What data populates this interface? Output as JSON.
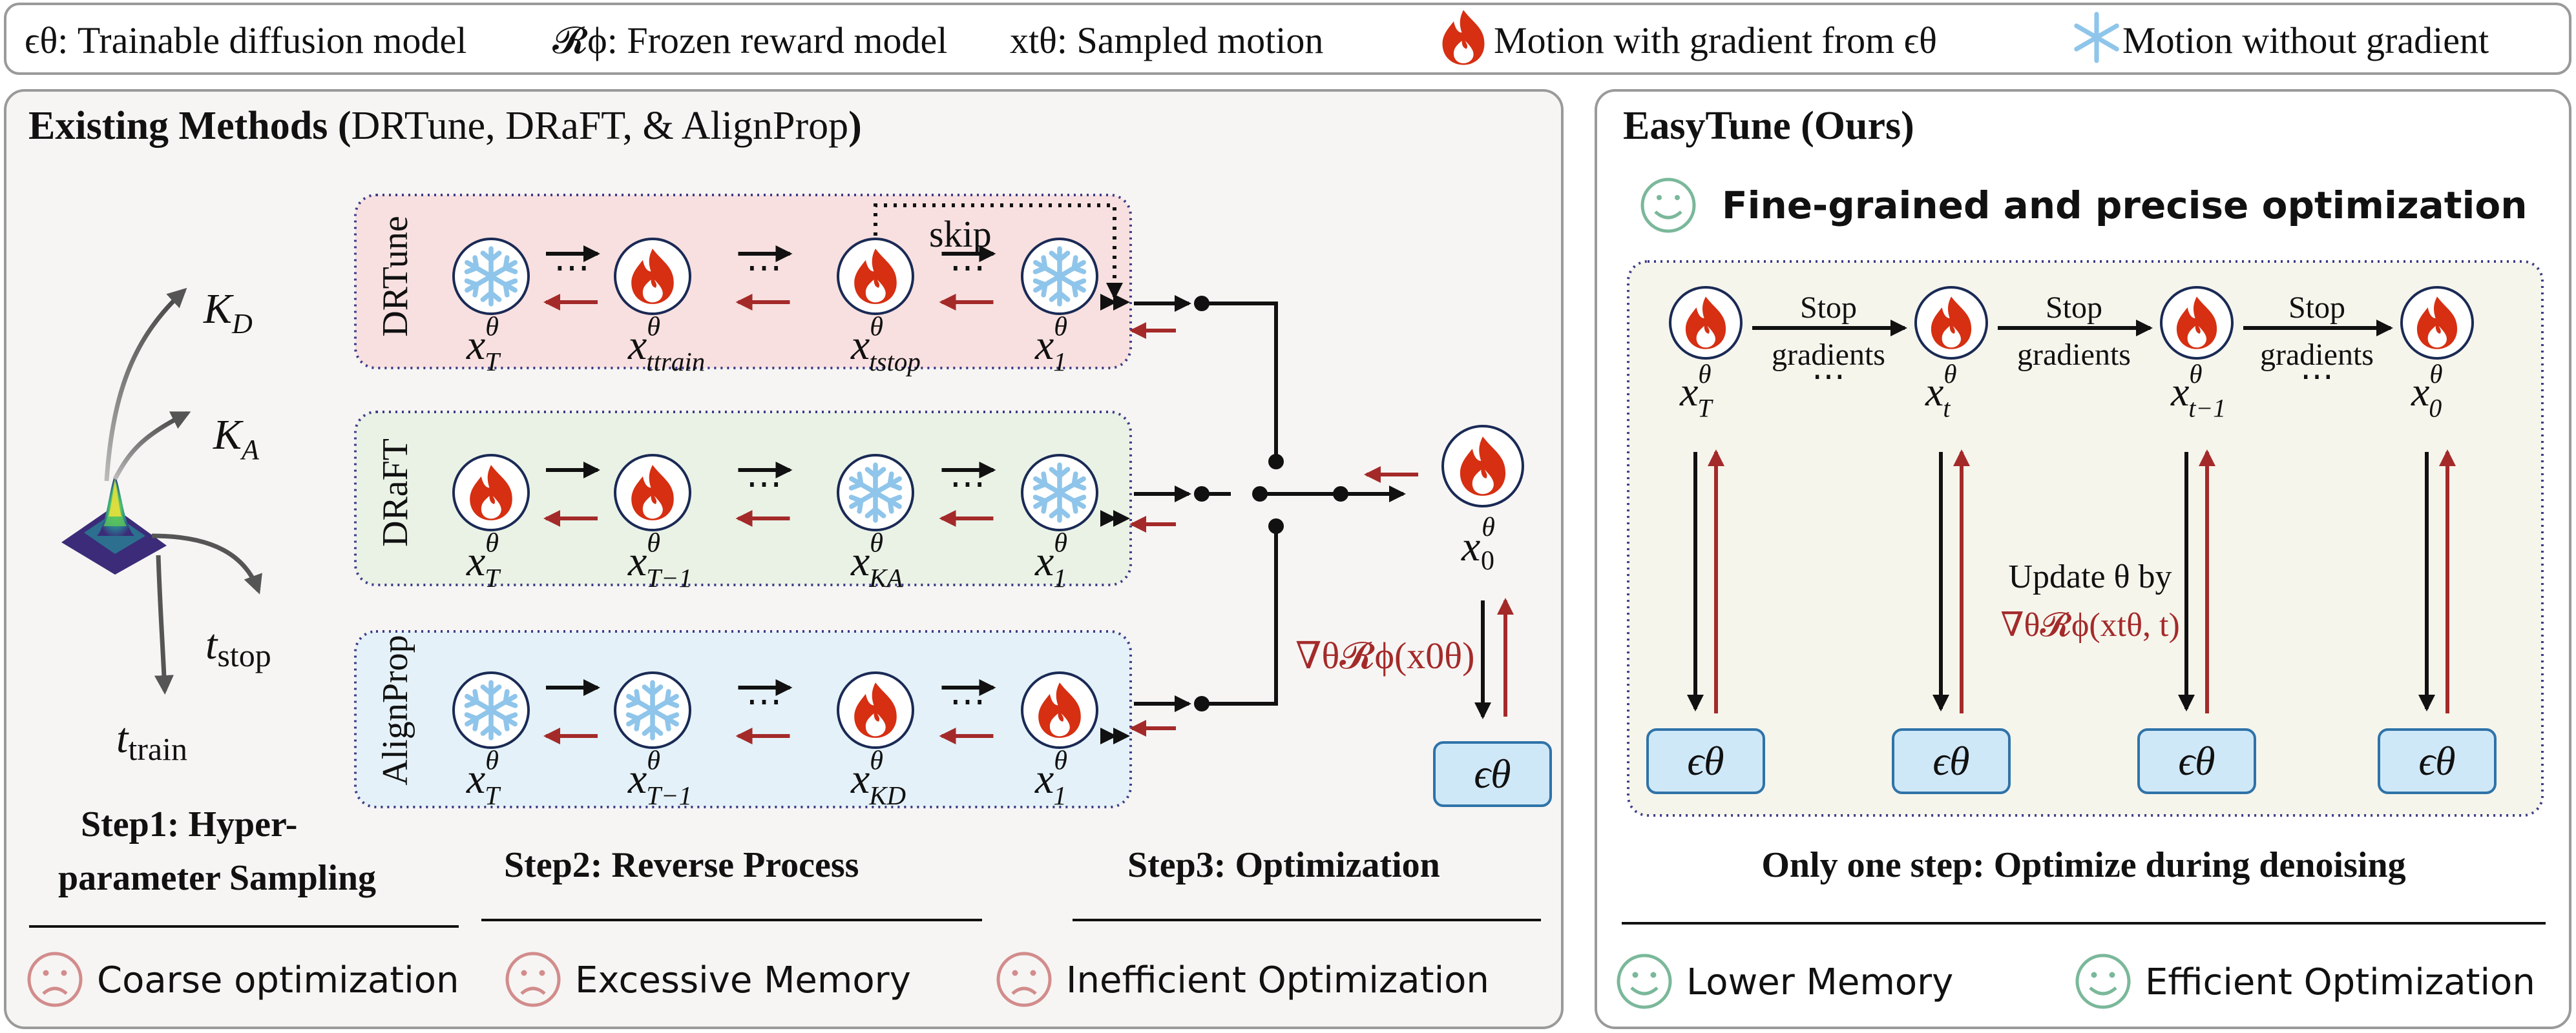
{
  "legend": {
    "eps_label": "ϵθ: Trainable diffusion model",
    "reward_label": "𝓡ϕ: Frozen reward model",
    "xt_label": "xtθ: Sampled motion",
    "fire_label": "Motion with gradient from ϵθ",
    "snow_label": "Motion without gradient"
  },
  "existing": {
    "title_bold": "Existing Methods (",
    "title_normal": "DRTune, DRaFT, & AlignProp",
    "title_close": ")",
    "hyper": {
      "kd": "K",
      "kd_sub": "D",
      "ka": "K",
      "ka_sub": "A",
      "tstop": "t",
      "tstop_sub": "stop",
      "ttrain": "t",
      "ttrain_sub": "train"
    },
    "rows": [
      {
        "name": "DRTune",
        "nodes": [
          {
            "icon": "snowflake",
            "label": "x",
            "sup": "θ",
            "sub": "T"
          },
          {
            "icon": "fire",
            "label": "x",
            "sup": "θ",
            "sub": "ttrain"
          },
          {
            "icon": "fire",
            "label": "x",
            "sup": "θ",
            "sub": "tstop"
          },
          {
            "icon": "snowflake",
            "label": "x",
            "sup": "θ",
            "sub": "1"
          }
        ],
        "skip": "skip"
      },
      {
        "name": "DRaFT",
        "nodes": [
          {
            "icon": "fire",
            "label": "x",
            "sup": "θ",
            "sub": "T"
          },
          {
            "icon": "fire",
            "label": "x",
            "sup": "θ",
            "sub": "T−1"
          },
          {
            "icon": "snowflake",
            "label": "x",
            "sup": "θ",
            "sub": "KA"
          },
          {
            "icon": "snowflake",
            "label": "x",
            "sup": "θ",
            "sub": "1"
          }
        ]
      },
      {
        "name": "AlignProp",
        "nodes": [
          {
            "icon": "snowflake",
            "label": "x",
            "sup": "θ",
            "sub": "T"
          },
          {
            "icon": "snowflake",
            "label": "x",
            "sup": "θ",
            "sub": "T−1"
          },
          {
            "icon": "fire",
            "label": "x",
            "sup": "θ",
            "sub": "KD"
          },
          {
            "icon": "fire",
            "label": "x",
            "sup": "θ",
            "sub": "1"
          }
        ]
      }
    ],
    "x0": {
      "label": "x",
      "sup": "θ",
      "sub": "0"
    },
    "grad_label": "∇θ𝓡ϕ(x0θ)",
    "eps_box": "ϵθ",
    "step1_line1": "Step1: Hyper-",
    "step1_line2": "parameter Sampling",
    "step2": "Step2: Reverse Process",
    "step3": "Step3: Optimization",
    "cons": [
      "Coarse optimization",
      "Excessive Memory",
      "Inefficient Optimization"
    ]
  },
  "easytune": {
    "title": "EasyTune (Ours)",
    "feature": "Fine-grained and precise optimization",
    "nodes": [
      {
        "label": "x",
        "sup": "θ",
        "sub": "T"
      },
      {
        "label": "x",
        "sup": "θ",
        "sub": "t"
      },
      {
        "label": "x",
        "sup": "θ",
        "sub": "t−1"
      },
      {
        "label": "x",
        "sup": "θ",
        "sub": "0"
      }
    ],
    "stop_line1": "Stop",
    "stop_line2": "gradients",
    "dots": "⋯",
    "update_line1": "Update θ by",
    "update_line2": "∇θ𝓡ϕ(xtθ, t)",
    "eps_box": "ϵθ",
    "one_step": "Only one step: Optimize during denoising",
    "pros": [
      "Lower Memory",
      "Efficient Optimization"
    ]
  },
  "colors": {
    "red": "#a42a2a",
    "fire": "#d62f12",
    "snow": "#8fc5ea",
    "eps_fill": "#cfe8f8",
    "eps_stroke": "#2f73a8"
  }
}
